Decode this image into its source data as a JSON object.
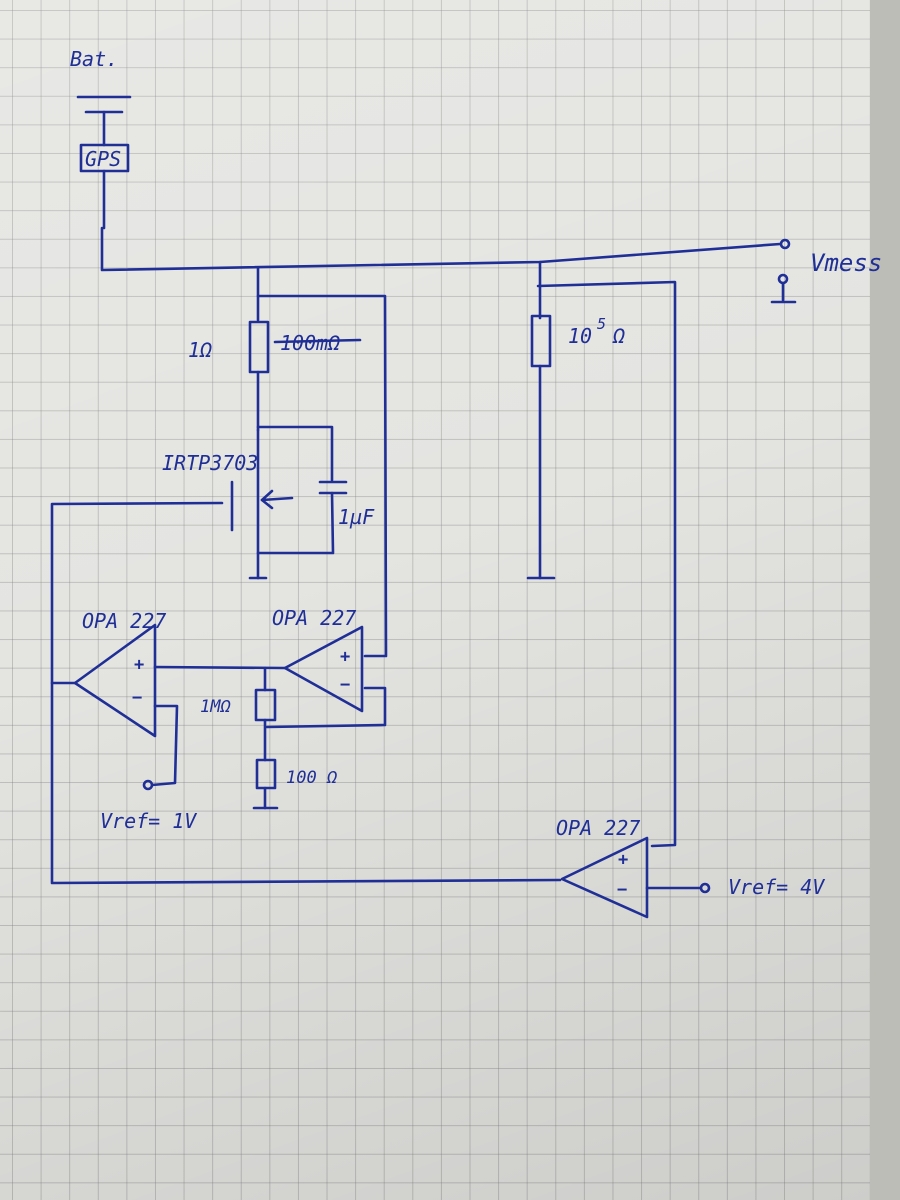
{
  "labels": {
    "battery": "Bat.",
    "gps": "GPS",
    "vmess": "Vmess",
    "r_sense": "1Ω",
    "r_sense_crossed": "100mΩ",
    "r_divider": "10",
    "r_divider_exp": "5",
    "r_divider_unit": "Ω",
    "mosfet": "IRTP3703",
    "cap": "1µF",
    "opamp_left": "OPA 227",
    "opamp_mid": "OPA 227",
    "opamp_bottom": "OPA 227",
    "r_feedback": "1MΩ",
    "r_ground": "100 Ω",
    "vref_left": "Vref= 1V",
    "vref_right": "Vref= 4V",
    "plus": "+",
    "minus": "−"
  },
  "colors": {
    "ink": "#1f2f96",
    "paper": "#e4e4e1",
    "grid": "#8a8a8a"
  }
}
